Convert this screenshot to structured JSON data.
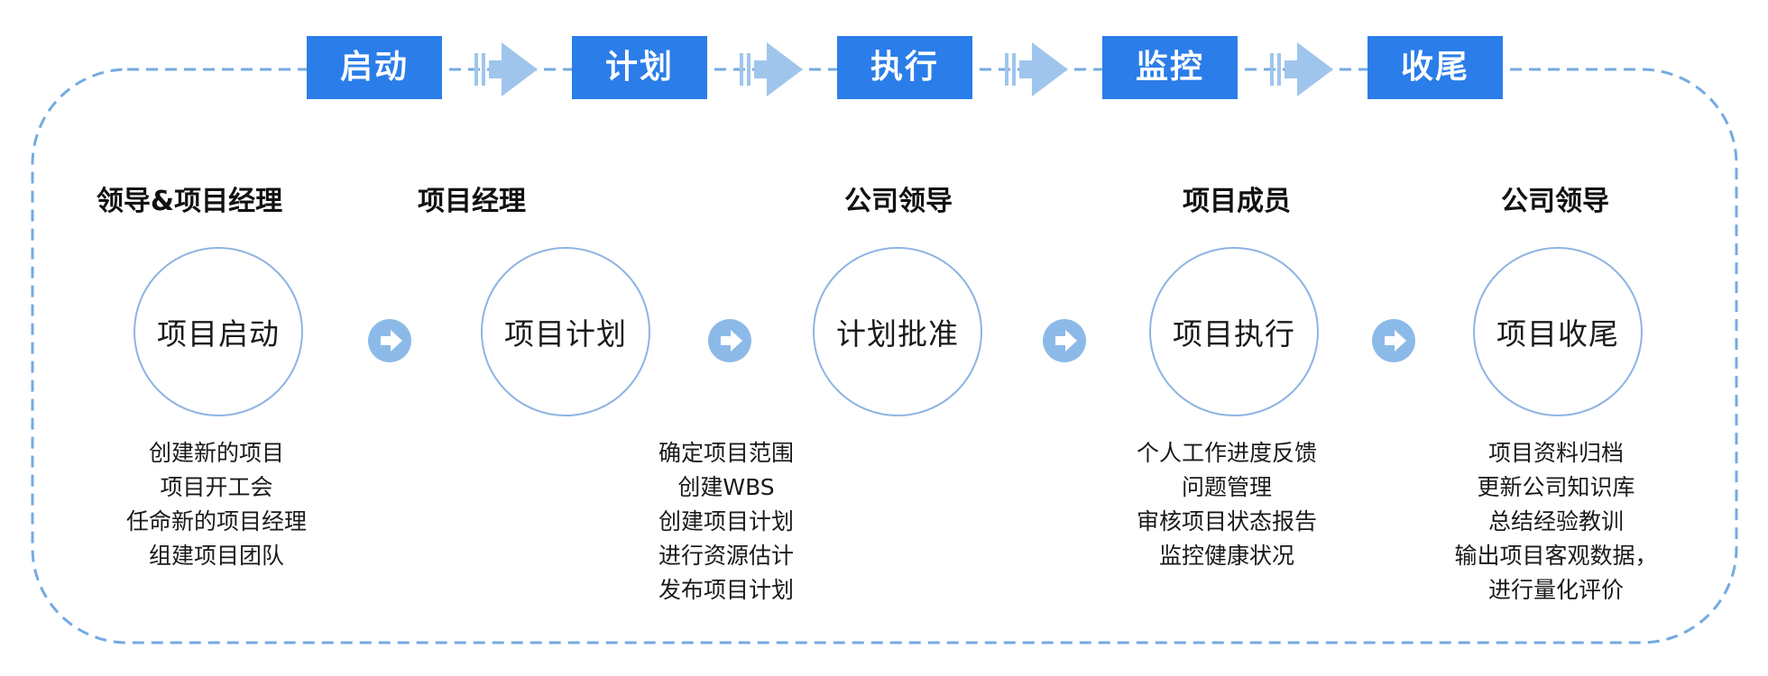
{
  "colors": {
    "primary_blue": "#2b7de9",
    "light_arrow_blue": "#9fc5ec",
    "dot_circle_blue": "#8cbae8",
    "circle_stroke": "#8db4e2",
    "dashed_border": "#74aae2",
    "text_dark": "#1a1a1a"
  },
  "phases_bar": [
    {
      "label": "启动"
    },
    {
      "label": "计划"
    },
    {
      "label": "执行"
    },
    {
      "label": "监控"
    },
    {
      "label": "收尾"
    }
  ],
  "columns": [
    {
      "role": "领导&项目经理",
      "circle": "项目启动",
      "tasks": [
        "创建新的项目",
        "项目开工会",
        "任命新的项目经理",
        "组建项目团队"
      ]
    },
    {
      "role": "项目经理",
      "circle": "项目计划",
      "tasks": [
        "确定项目范围",
        "创建WBS",
        "创建项目计划",
        "进行资源估计",
        "发布项目计划"
      ]
    },
    {
      "role": "公司领导",
      "circle": "计划批准",
      "tasks": []
    },
    {
      "role": "项目成员",
      "circle": "项目执行",
      "tasks": [
        "个人工作进度反馈",
        "问题管理",
        "审核项目状态报告",
        "监控健康状况"
      ]
    },
    {
      "role": "公司领导",
      "circle": "项目收尾",
      "tasks": [
        "项目资料归档",
        "更新公司知识库",
        "总结经验教训",
        "输出项目客观数据，",
        "进行量化评价"
      ]
    }
  ]
}
